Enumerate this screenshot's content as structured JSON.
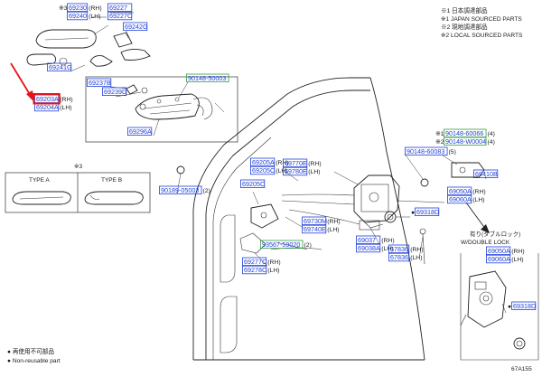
{
  "notes": {
    "legend_top": [
      "※1 日本調達部品",
      "※1 JAPAN SOURCED PARTS",
      "※2 現地調達部品",
      "※2 LOCAL SOURCED PARTS"
    ],
    "legend_bottom": [
      "● 再使用不可部品",
      "● Non-reusable part"
    ],
    "figure_code": "67A155"
  },
  "type_box": {
    "ref": "※3",
    "type_a": "TYPE  A",
    "type_b": "TYPE  B"
  },
  "double_lock": {
    "jp": "有り(ダブルロック)",
    "en": "W/DOUBLE LOCK"
  },
  "colors": {
    "part_number": "#1f3fd8",
    "highlight": "#e3151a",
    "arrow": "#e3151a",
    "green_tag": "#2e9e3a"
  },
  "labels": [
    {
      "id": "l01",
      "pre": "※3",
      "parts": [
        "69230",
        "69240"
      ],
      "sfx": [
        "(RH)",
        "(LH)"
      ]
    },
    {
      "id": "l02",
      "pre": "",
      "parts": [
        "69227",
        "69227C"
      ],
      "sfx": [
        "",
        ""
      ]
    },
    {
      "id": "l03",
      "pre": "",
      "parts": [
        "69242G"
      ],
      "sfx": [
        ""
      ]
    },
    {
      "id": "l04",
      "pre": "",
      "parts": [
        "69241G"
      ],
      "sfx": [
        ""
      ]
    },
    {
      "id": "l05",
      "pre": "",
      "parts": [
        "69237B"
      ],
      "sfx": [
        ""
      ]
    },
    {
      "id": "l06",
      "pre": "",
      "parts": [
        "69239D"
      ],
      "sfx": [
        ""
      ]
    },
    {
      "id": "l07",
      "pre": "",
      "parts": [
        "90148-50003"
      ],
      "sfx": [
        ""
      ],
      "green": true
    },
    {
      "id": "l08",
      "pre": "",
      "parts": [
        "69203A",
        "69204A"
      ],
      "sfx": [
        "(RH)",
        "(LH)"
      ],
      "highlight": true
    },
    {
      "id": "l09",
      "pre": "",
      "parts": [
        "69296A"
      ],
      "sfx": [
        ""
      ]
    },
    {
      "id": "l10",
      "pre": "",
      "parts": [
        "69205A",
        "69205C"
      ],
      "sfx": [
        "(RH)",
        "(LH)"
      ]
    },
    {
      "id": "l11",
      "pre": "",
      "parts": [
        "69205C"
      ],
      "sfx": [
        ""
      ]
    },
    {
      "id": "l12",
      "pre": "",
      "parts": [
        "90189-05003"
      ],
      "sfx": [
        "(2)"
      ]
    },
    {
      "id": "l13",
      "pre": "",
      "parts": [
        "69770E",
        "69780E"
      ],
      "sfx": [
        "(RH)",
        "(LH)"
      ]
    },
    {
      "id": "l14",
      "pre": "※1",
      "parts": [
        "90148-60066"
      ],
      "sfx": [
        "(4)"
      ],
      "green": true
    },
    {
      "id": "l15",
      "pre": "※2",
      "parts": [
        "90148-W0004"
      ],
      "sfx": [
        "(4)"
      ],
      "green": true
    },
    {
      "id": "l16",
      "pre": "",
      "parts": [
        "90148-60083"
      ],
      "sfx": [
        "(5)"
      ]
    },
    {
      "id": "l17",
      "pre": "",
      "parts": [
        "69410B"
      ],
      "sfx": [
        ""
      ]
    },
    {
      "id": "l18",
      "pre": "",
      "parts": [
        "69050A",
        "69060A"
      ],
      "sfx": [
        "(RH)",
        "(LH)"
      ]
    },
    {
      "id": "l19",
      "pre": "●",
      "parts": [
        "69318D"
      ],
      "sfx": [
        ""
      ]
    },
    {
      "id": "l20",
      "pre": "",
      "parts": [
        "69730M",
        "69740E"
      ],
      "sfx": [
        "(RH)",
        "(LH)"
      ]
    },
    {
      "id": "l21",
      "pre": "",
      "parts": [
        "93567-59020"
      ],
      "sfx": [
        "(2)"
      ],
      "green": true
    },
    {
      "id": "l22",
      "pre": "",
      "parts": [
        "69037",
        "69038A"
      ],
      "sfx": [
        "(RH)",
        "(LH)"
      ]
    },
    {
      "id": "l23",
      "pre": "",
      "parts": [
        "67836",
        "67836"
      ],
      "sfx": [
        "(RH)",
        "(LH)"
      ]
    },
    {
      "id": "l24",
      "pre": "",
      "parts": [
        "69277C",
        "69278C"
      ],
      "sfx": [
        "(RH)",
        "(LH)"
      ]
    },
    {
      "id": "l25",
      "pre": "",
      "parts": [
        "69050A",
        "69060A"
      ],
      "sfx": [
        "(RH)",
        "(LH)"
      ]
    },
    {
      "id": "l26",
      "pre": "●",
      "parts": [
        "69318D"
      ],
      "sfx": [
        ""
      ]
    }
  ]
}
